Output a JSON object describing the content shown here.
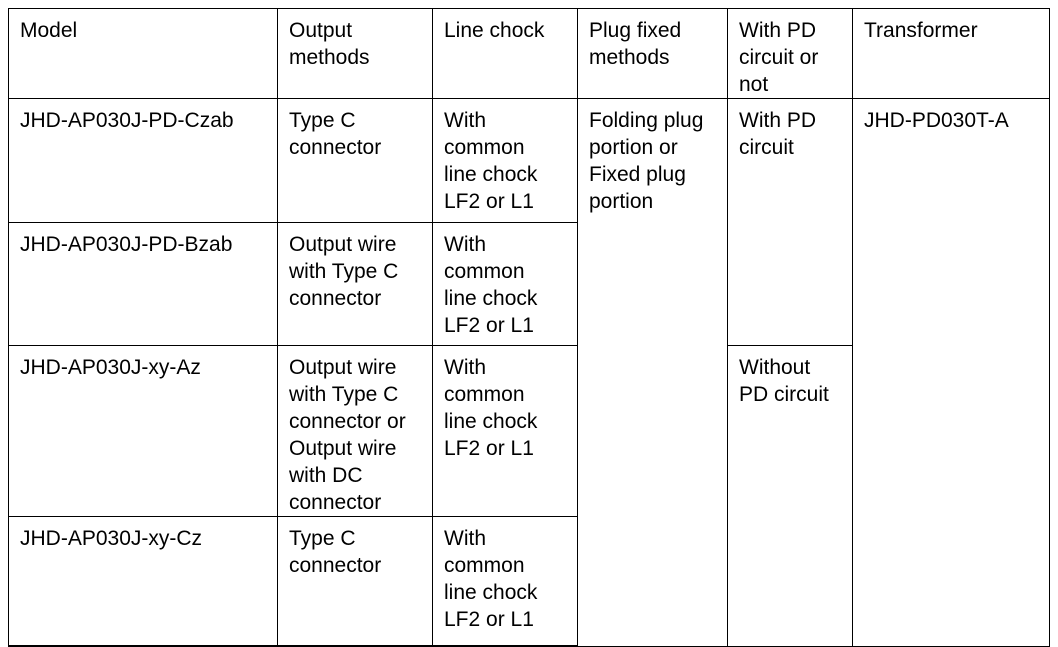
{
  "table": {
    "columns": [
      {
        "key": "model",
        "label": "Model"
      },
      {
        "key": "output",
        "label": "Output\nmethods"
      },
      {
        "key": "chock",
        "label": "Line chock"
      },
      {
        "key": "plug",
        "label": "Plug fixed\nmethods"
      },
      {
        "key": "pd",
        "label": "With PD\ncircuit or\nnot"
      },
      {
        "key": "transformer",
        "label": "Transformer"
      }
    ],
    "rows": [
      {
        "model": "JHD-AP030J-PD-Czab",
        "output": "Type C\nconnector",
        "chock": "With\ncommon\nline chock\nLF2 or L1"
      },
      {
        "model": "JHD-AP030J-PD-Bzab",
        "output": "Output wire\nwith Type C\nconnector",
        "chock": "With\ncommon\nline chock\nLF2 or L1"
      },
      {
        "model": "JHD-AP030J-xy-Az",
        "output": "Output wire\nwith Type C\nconnector or\nOutput wire\nwith DC\nconnector",
        "chock": "With\ncommon\nline chock\nLF2 or L1"
      },
      {
        "model": "JHD-AP030J-xy-Cz",
        "output": "Type C\nconnector",
        "chock": "With\ncommon\nline chock\nLF2 or L1"
      }
    ],
    "merged_cells": {
      "plug_all_rows": "Folding plug\nportion or\nFixed plug\nportion",
      "pd_with": "With PD\ncircuit",
      "pd_without": "Without\nPD circuit",
      "transformer_all_rows": "JHD-PD030T-A"
    }
  },
  "colors": {
    "border": "#000000",
    "text": "#000000",
    "background": "#ffffff"
  }
}
